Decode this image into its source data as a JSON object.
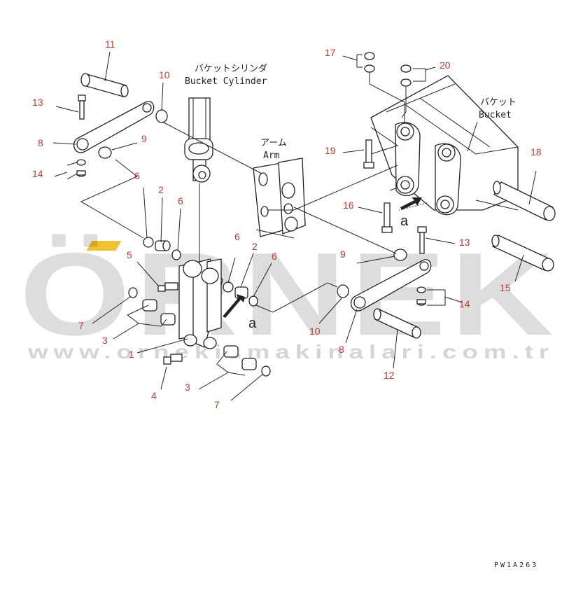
{
  "watermark": {
    "brand": "ÖRNEK",
    "url": "www.ornekismakinalari.com.tr",
    "accent_color": "#f2c12e"
  },
  "labels": {
    "bucket_cylinder_jp": "バケットシリンダ",
    "bucket_cylinder_en": "Bucket Cylinder",
    "arm_jp": "アーム",
    "arm_en": "Arm",
    "bucket_jp": "バケット",
    "bucket_en": "Bucket",
    "ref_a_left": "a",
    "ref_a_right": "a"
  },
  "drawing_code": "PW1A263",
  "callouts": {
    "c11": "11",
    "c10_top": "10",
    "c13_left": "13",
    "c8_left": "8",
    "c9_left": "9",
    "c14_left": "14",
    "c6_left": "6",
    "c2_left": "2",
    "c6_mid_left": "6",
    "c5": "5",
    "c7_left": "7",
    "c3_left": "3",
    "c1": "1",
    "c4": "4",
    "c3_bottom": "3",
    "c7_bottom": "7",
    "c6_mid": "6",
    "c2_mid": "2",
    "c6_mid_right": "6",
    "c10_mid": "10",
    "c17": "17",
    "c20": "20",
    "c19": "19",
    "c16": "16",
    "c18": "18",
    "c13_right": "13",
    "c15": "15",
    "c9_right": "9",
    "c14_right": "14",
    "c8_right": "8",
    "c12": "12"
  }
}
